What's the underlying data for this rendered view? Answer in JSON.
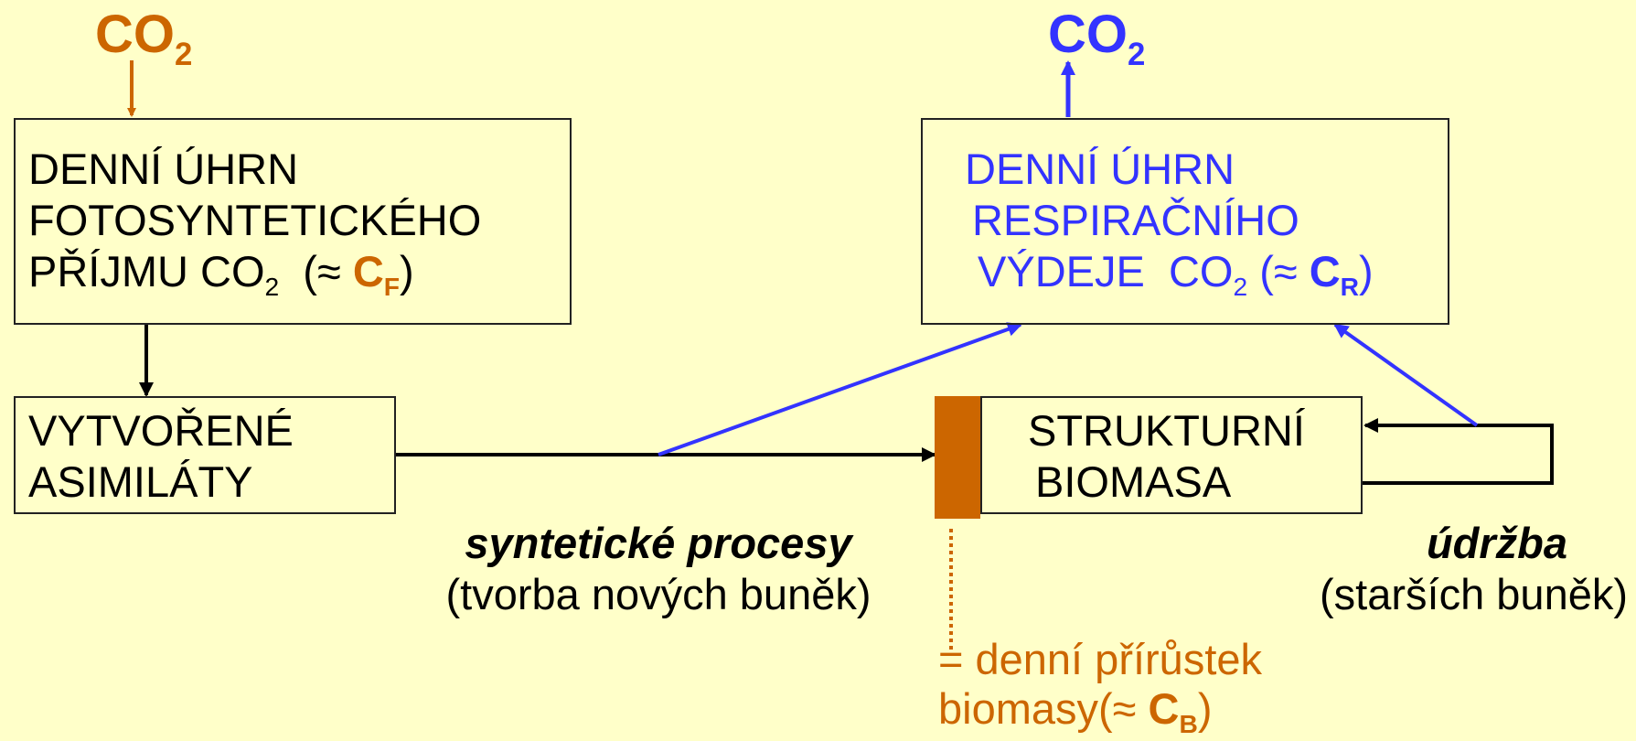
{
  "co2_in": {
    "main": "CO",
    "sub": "2"
  },
  "co2_out": {
    "main": "CO",
    "sub": "2"
  },
  "photosynthesis_box": {
    "line1": "DENNÍ  ÚHRN",
    "line2": "FOTOSYNTETICKÉHO",
    "line3_pre": "PŘÍJMU CO",
    "line3_sub": "2",
    "line3_mid": "  (≈ ",
    "symbol": "C",
    "symbol_sub": "F",
    "line3_post": ")"
  },
  "respiration_box": {
    "line1": "DENNÍ  ÚHRN",
    "line2": "RESPIRAČNÍHO",
    "line3_pre": "VÝDEJE  CO",
    "line3_sub": "2",
    "line3_mid": " (≈ ",
    "symbol": "C",
    "symbol_sub": "R",
    "line3_post": ")"
  },
  "assimilates_box": {
    "line1": "VYTVOŘENÉ",
    "line2": "ASIMILÁTY"
  },
  "biomass_box": {
    "line1": "STRUKTURNÍ",
    "line2": "BIOMASA"
  },
  "synthesis_label": {
    "title": "syntetické procesy",
    "subtitle": "(tvorba nových buněk)"
  },
  "maintenance_label": {
    "title": "údržba",
    "subtitle": "(starších buněk)"
  },
  "increment_label": {
    "line1": "= denní přírůstek",
    "line2_pre": "biomasy(≈ ",
    "symbol": "C",
    "symbol_sub": "B",
    "line2_post": ")"
  },
  "colors": {
    "background": "#ffffc9",
    "orange": "#cc6600",
    "blue": "#3333ff",
    "black": "#000000"
  }
}
